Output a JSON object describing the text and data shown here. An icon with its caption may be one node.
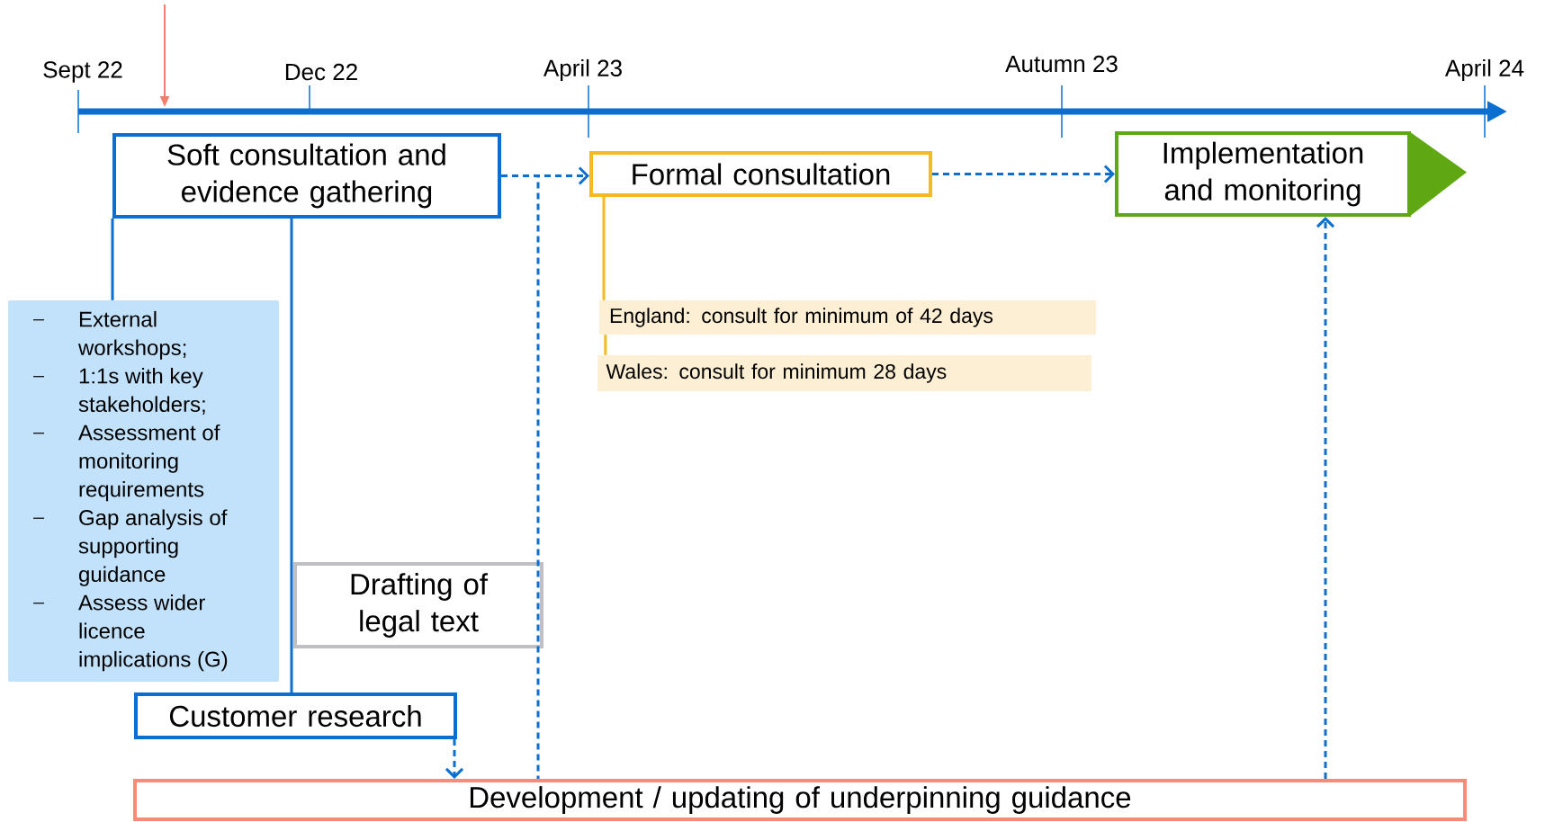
{
  "diagram": {
    "nodes": [
      {
        "text": [
          "Soft consultation and evidence gathering"
        ]
      },
      {
        "text": [
          "Formal consultation"
        ]
      },
      {
        "text": [
          "Implementation and monitoring"
        ]
      },
      {
        "text": [
          "External workshops;",
          "1:1s with key stakeholders;",
          "Assessment of monitoring requirements",
          "Gap analysis of supporting guidance",
          "Assess wider licence implications (G)"
        ]
      },
      {
        "text": [
          "England: consult for minimum of 42 days"
        ]
      },
      {
        "text": [
          "Wales: consult for minimum 28 days"
        ]
      },
      {
        "text": [
          "Drafting of legal text"
        ]
      },
      {
        "text": [
          "Customer research"
        ]
      },
      {
        "text": [
          "Development / updating of underpinning guidance"
        ]
      }
    ],
    "edges": [
      {
        "from": 0,
        "to": 1,
        "arrow": "to",
        "style": "dashed"
      },
      {
        "from": 0,
        "to": 8,
        "arrow": "none",
        "style": "dashed"
      },
      {
        "from": 1,
        "to": 2,
        "arrow": "to",
        "style": "dashed"
      },
      {
        "from": 8,
        "to": 2,
        "arrow": "to",
        "style": "dashed"
      },
      {
        "from": 7,
        "to": 8,
        "arrow": "to",
        "style": "dashed"
      },
      {
        "from": 0,
        "to": 3,
        "arrow": "none"
      },
      {
        "from": 0,
        "to": 7,
        "arrow": "none"
      },
      {
        "from": 1,
        "to": 4,
        "arrow": "none",
        "color": "#f5b921"
      },
      {
        "from": 4,
        "to": 5,
        "arrow": "none",
        "color": "#f5b921"
      }
    ],
    "labels": [
      "Sept 22",
      "Dec 22",
      "April 23",
      "Autumn 23",
      "April 24"
    ]
  }
}
